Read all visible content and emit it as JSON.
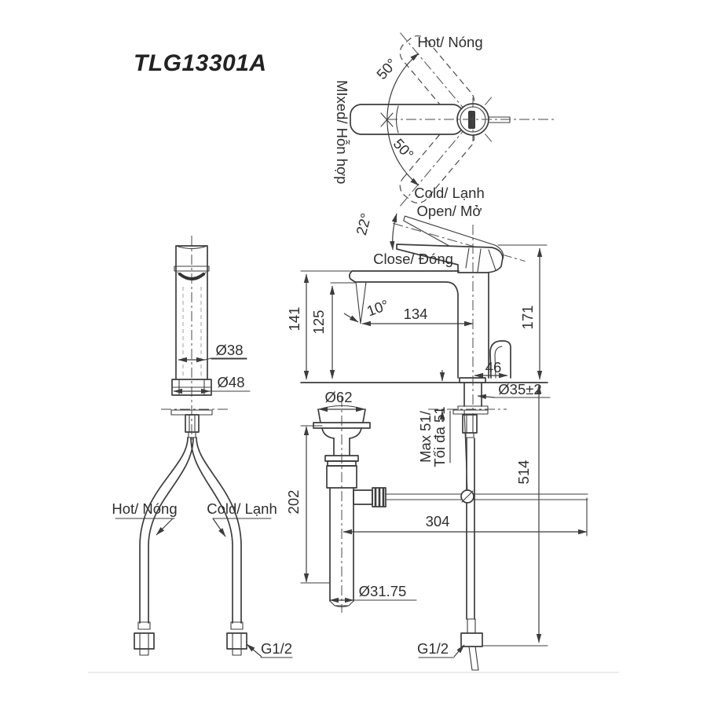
{
  "title": "TLG13301A",
  "top_view": {
    "hot": "Hot/ Nóng",
    "cold": "Cold/ Lạnh",
    "mixed": "MIxed/ Hỗn hợp",
    "angle_upper": "50°",
    "angle_lower": "50°"
  },
  "side_view": {
    "open": "Open/ Mở",
    "close": "Close/ Đóng",
    "lever_angle": "22°",
    "spout_angle": "10°",
    "dim_spout_height": "141",
    "dim_outlet_height": "125",
    "dim_reach": "134",
    "dim_total_height": "171",
    "dim_knob_offset": "46",
    "dim_hole": "Ø35±2",
    "max_thickness_en": "Max 51/",
    "max_thickness_vi": "Tối đa 51"
  },
  "front_view": {
    "dim_body": "Ø38",
    "dim_base": "Ø48",
    "hot": "Hot/ Nóng",
    "cold": "Cold/ Lạnh",
    "thread": "G1/2"
  },
  "drain": {
    "dim_flange": "Ø62",
    "dim_length": "202",
    "dim_tail": "Ø31.75",
    "dim_rod_reach": "304",
    "dim_depth": "514",
    "thread": "G1/2"
  },
  "colors": {
    "line": "#3d3d3d",
    "text": "#2f2f2f"
  }
}
